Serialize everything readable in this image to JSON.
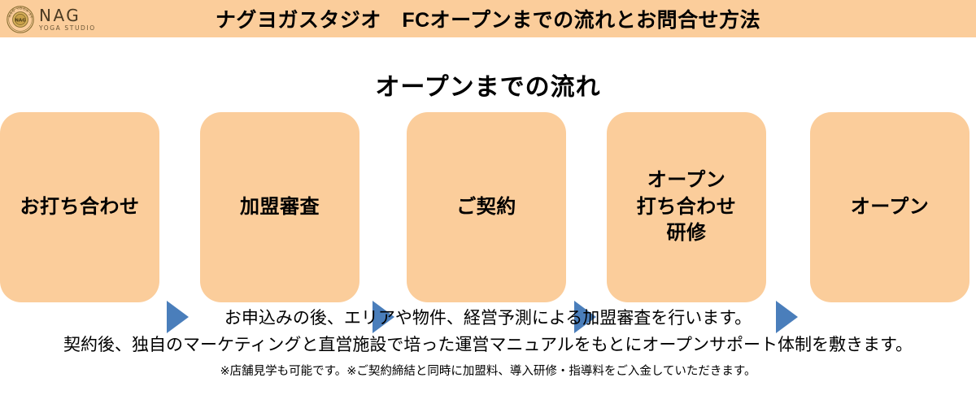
{
  "header": {
    "title": "ナグヨガスタジオ　FCオープンまでの流れとお問合せ方法",
    "band_color": "#fbcd9b",
    "logo": {
      "wordmark": "NAG",
      "sub_wordmark": "YOGA STUDIO",
      "seal_ring_text": "NAG YOGA STUDIO",
      "seal_color": "#c8a24a"
    }
  },
  "section": {
    "heading": "オープンまでの流れ"
  },
  "flow": {
    "box_color": "#fbcd9b",
    "arrow_color": "#4a7ebb",
    "steps": [
      {
        "label": "お打ち合わせ"
      },
      {
        "label": "加盟審査"
      },
      {
        "label": "ご契約"
      },
      {
        "label": "オープン\n打ち合わせ\n研修"
      },
      {
        "label": "オープン"
      }
    ],
    "arrows": [
      {
        "name": "arrow-1"
      },
      {
        "name": "arrow-2"
      },
      {
        "name": "arrow-3"
      },
      {
        "name": "arrow-4"
      }
    ]
  },
  "notes": {
    "line1": "お申込みの後、エリアや物件、経営予測による加盟審査を行います。",
    "line2": "契約後、独自のマーケティングと直営施設で培った運営マニュアルをもとにオープンサポート体制を敷きます。",
    "fine_print": "※店舗見学も可能です。※ご契約締結と同時に加盟料、導入研修・指導料をご入金していただきます。"
  }
}
